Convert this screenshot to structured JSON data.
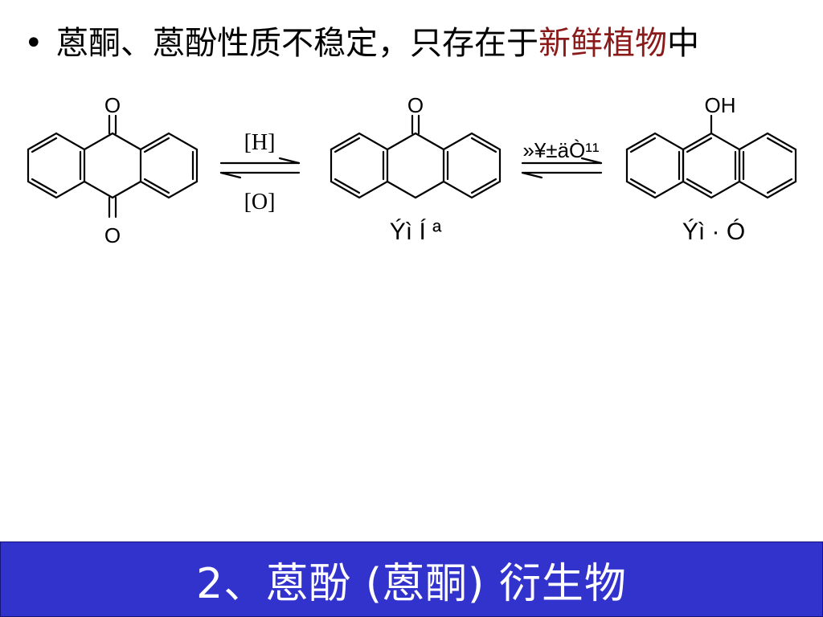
{
  "slide": {
    "bullet": "•",
    "line_text_plain": "蒽酮、蒽酚性质不稳定，只存在于",
    "line_text_highlight": "新鲜植物",
    "line_text_end": "中",
    "highlight_color": "#8b1a1a"
  },
  "scheme": {
    "atom_o": "O",
    "atom_oh": "OH",
    "arrow1_top": "[H]",
    "arrow1_bottom": "[O]",
    "arrow2_top": "»¥±äÒ¹¹",
    "caption_anthrone": "Ýì Í ª",
    "caption_anthranol": "Ýì · Ó"
  },
  "footer": {
    "title": "2、蒽酚 (蒽酮) 衍生物",
    "background": "#3232cc"
  }
}
